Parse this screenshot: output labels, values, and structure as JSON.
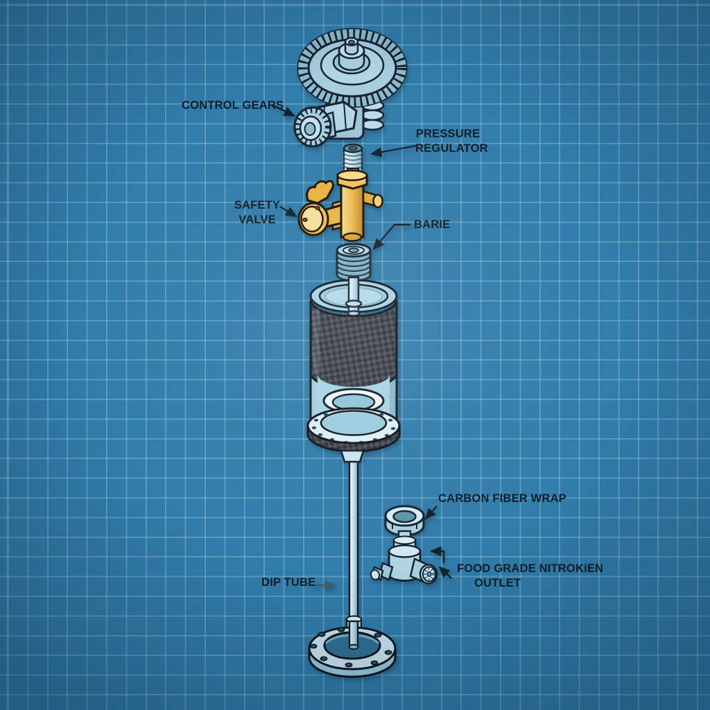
{
  "labels": {
    "control_gears": "CONTROL GEARS",
    "pressure_regulator_line1": "PRESSURE",
    "pressure_regulator_line2": "REGULATOR",
    "safety_valve_line1": "SAFETY",
    "safety_valve_line2": "VALVE",
    "barie": "BARIE",
    "carbon_fiber_wrap": "CARBON FIBER WRAP",
    "dip_tube": "DIP TUBE",
    "outlet_line1": "FOOD GRADE NITROKiEN",
    "outlet_line2": "OUTLET"
  },
  "colors": {
    "background": "#317dab",
    "grid_line": "#7ab4d0",
    "outline_ink": "#15232f",
    "part_blue": "#aed4e4",
    "part_blue_light": "#d8edf5",
    "brass": "#ecbc52",
    "carbon_fiber": "#3f444c",
    "label_text": "#131c27"
  }
}
